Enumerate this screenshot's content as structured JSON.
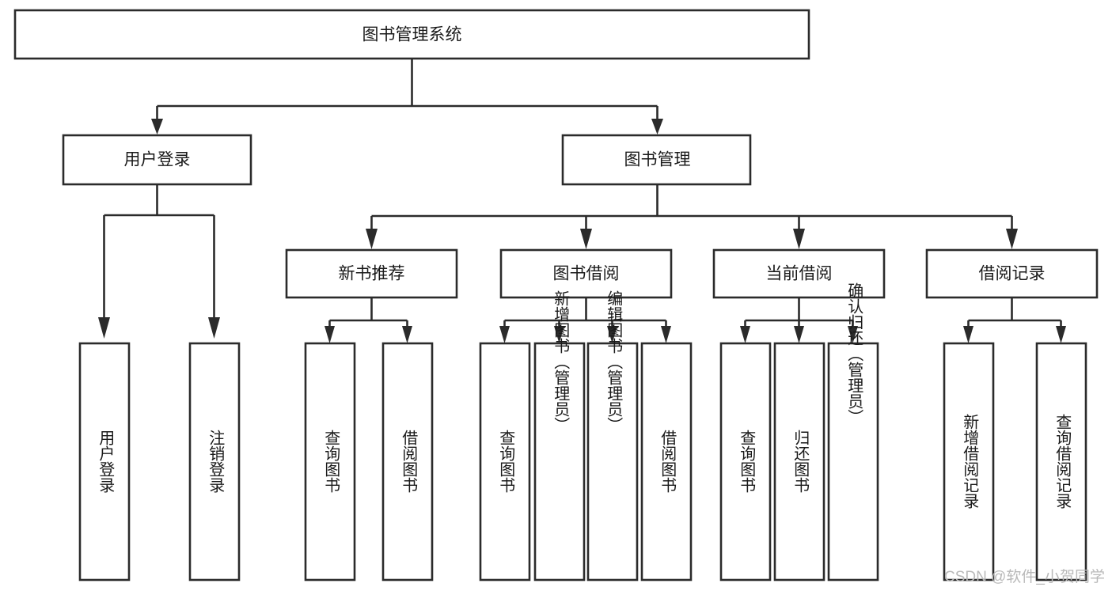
{
  "diagram": {
    "type": "tree-hierarchy",
    "title": "图书管理系统",
    "orientation": "top-down",
    "colors": {
      "box_fill": "#ffffff",
      "box_stroke": "#2b2b2b",
      "text": "#1a1a1a",
      "watermark": "#b9b9b9",
      "background": "#ffffff"
    },
    "root": {
      "label": "图书管理系统"
    },
    "level2": [
      {
        "label": "用户登录"
      },
      {
        "label": "图书管理"
      }
    ],
    "level3": [
      {
        "label": "新书推荐"
      },
      {
        "label": "图书借阅"
      },
      {
        "label": "当前借阅"
      },
      {
        "label": "借阅记录"
      }
    ],
    "leaves": {
      "user_login": [
        {
          "label": "用户登录"
        },
        {
          "label": "注销登录"
        }
      ],
      "new_book_recommend": [
        {
          "label": "查询图书"
        },
        {
          "label": "借阅图书"
        }
      ],
      "book_borrow": [
        {
          "label": "查询图书"
        },
        {
          "label": "新增图书（管理员）"
        },
        {
          "label": "编辑图书（管理员）"
        },
        {
          "label": "借阅图书"
        }
      ],
      "current_borrow": [
        {
          "label": "查询图书"
        },
        {
          "label": "归还图书"
        },
        {
          "label": "确认归还（管理员）"
        }
      ],
      "borrow_record": [
        {
          "label": "新增借阅记录"
        },
        {
          "label": "查询借阅记录"
        }
      ]
    }
  },
  "watermark": {
    "text": "CSDN @软件_小贺同学"
  }
}
